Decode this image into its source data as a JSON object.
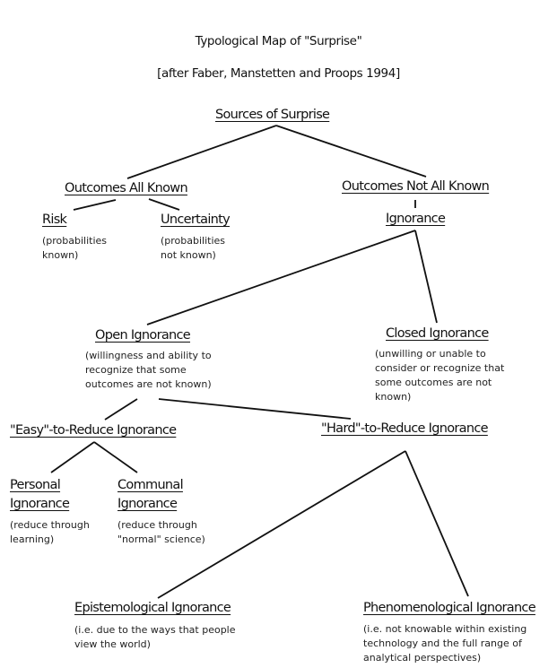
{
  "title": "Typological Map of \"Surprise\"",
  "subtitle": "[after Faber, Manstetten and Proops 1994]",
  "nodes": {
    "sources": {
      "label": "Sources of Surprise"
    },
    "all_known": {
      "label": "Outcomes All Known"
    },
    "not_all_known": {
      "label": "Outcomes Not All Known"
    },
    "risk": {
      "label": "Risk",
      "desc": "(probabilities\nknown)"
    },
    "uncertainty": {
      "label": "Uncertainty",
      "desc": "(probabilities\nnot known)"
    },
    "ignorance": {
      "label": "Ignorance"
    },
    "open": {
      "label": "Open Ignorance",
      "desc": "(willingness and ability to\nrecognize that some\noutcomes are not known)"
    },
    "closed": {
      "label": "Closed Ignorance",
      "desc": "(unwilling or unable to\nconsider or recognize that\nsome outcomes are not\nknown)"
    },
    "easy": {
      "label": "\"Easy\"-to-Reduce Ignorance"
    },
    "hard": {
      "label": "\"Hard\"-to-Reduce Ignorance"
    },
    "personal": {
      "label": "Personal\nIgnorance",
      "desc": "(reduce through\nlearning)"
    },
    "communal": {
      "label": "Communal\nIgnorance",
      "desc": "(reduce through\n\"normal\" science)"
    },
    "epistemological": {
      "label": "Epistemological Ignorance",
      "desc": "(i.e. due to the ways that people\nview the world)"
    },
    "phenomenological": {
      "label": "Phenomenological Ignorance",
      "desc": "(i.e. not knowable within existing\ntechnology and the full range of\nanalytical perspectives)"
    }
  }
}
